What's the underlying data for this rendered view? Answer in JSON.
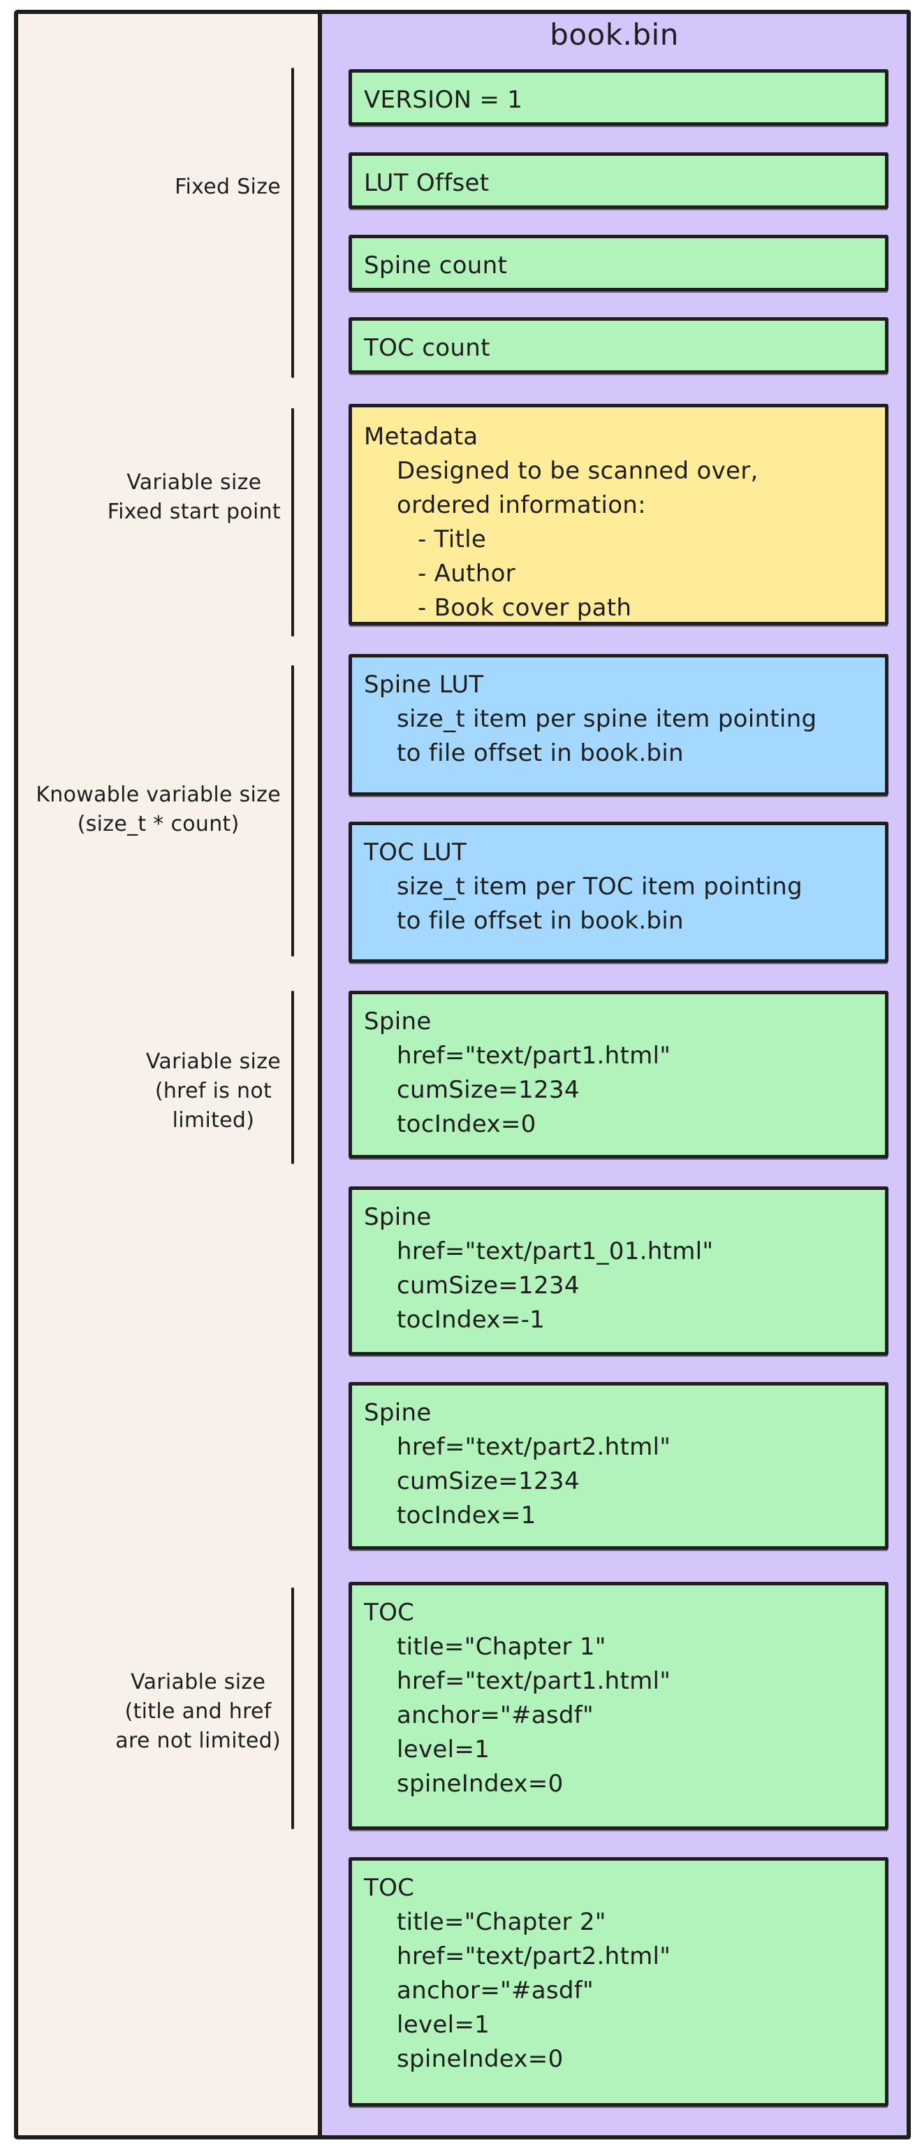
{
  "panel": {
    "title": "book.bin"
  },
  "side_labels": [
    {
      "name": "fixed-size",
      "lines": [
        "Fixed Size"
      ]
    },
    {
      "name": "variable-fixed-start",
      "lines": [
        "Variable size",
        "Fixed start point"
      ]
    },
    {
      "name": "knowable-variable-size",
      "lines": [
        "Knowable variable size",
        "(size_t * count)"
      ]
    },
    {
      "name": "variable-size-href",
      "lines": [
        "Variable size",
        "(href is not",
        "limited)"
      ]
    },
    {
      "name": "variable-size-title",
      "lines": [
        "Variable size",
        "(title and href",
        "are not limited)"
      ]
    }
  ],
  "boxes": [
    {
      "name": "version",
      "color": "green",
      "lines": [
        {
          "t": "VERSION = 1"
        }
      ]
    },
    {
      "name": "lut-offset",
      "color": "green",
      "lines": [
        {
          "t": "LUT Offset"
        }
      ]
    },
    {
      "name": "spine-count",
      "color": "green",
      "lines": [
        {
          "t": "Spine count"
        }
      ]
    },
    {
      "name": "toc-count",
      "color": "green",
      "lines": [
        {
          "t": "TOC count"
        }
      ]
    },
    {
      "name": "metadata",
      "color": "yellow",
      "lines": [
        {
          "t": "Metadata"
        },
        {
          "t": "Designed to be scanned over,"
        },
        {
          "t": "ordered information:"
        },
        {
          "t": "- Title"
        },
        {
          "t": "- Author"
        },
        {
          "t": "- Book cover path"
        }
      ]
    },
    {
      "name": "spine-lut",
      "color": "blue",
      "lines": [
        {
          "t": "Spine LUT"
        },
        {
          "t": "size_t item per spine item pointing"
        },
        {
          "t": "to file offset in book.bin"
        }
      ]
    },
    {
      "name": "toc-lut",
      "color": "blue",
      "lines": [
        {
          "t": "TOC LUT"
        },
        {
          "t": "size_t item per TOC item pointing"
        },
        {
          "t": "to file offset in book.bin"
        }
      ]
    },
    {
      "name": "spine-1",
      "color": "green",
      "lines": [
        {
          "t": "Spine"
        },
        {
          "t": "href=\"text/part1.html\""
        },
        {
          "t": "cumSize=1234"
        },
        {
          "t": "tocIndex=0"
        }
      ]
    },
    {
      "name": "spine-2",
      "color": "green",
      "lines": [
        {
          "t": "Spine"
        },
        {
          "t": "href=\"text/part1_01.html\""
        },
        {
          "t": "cumSize=1234"
        },
        {
          "t": "tocIndex=-1"
        }
      ]
    },
    {
      "name": "spine-3",
      "color": "green",
      "lines": [
        {
          "t": "Spine"
        },
        {
          "t": "href=\"text/part2.html\""
        },
        {
          "t": "cumSize=1234"
        },
        {
          "t": "tocIndex=1"
        }
      ]
    },
    {
      "name": "toc-1",
      "color": "green",
      "lines": [
        {
          "t": "TOC"
        },
        {
          "t": "title=\"Chapter 1\""
        },
        {
          "t": "href=\"text/part1.html\""
        },
        {
          "t": "anchor=\"#asdf\""
        },
        {
          "t": "level=1"
        },
        {
          "t": "spineIndex=0"
        }
      ]
    },
    {
      "name": "toc-2",
      "color": "green",
      "lines": [
        {
          "t": "TOC"
        },
        {
          "t": "title=\"Chapter 2\""
        },
        {
          "t": "href=\"text/part2.html\""
        },
        {
          "t": "anchor=\"#asdf\""
        },
        {
          "t": "level=1"
        },
        {
          "t": "spineIndex=0"
        }
      ]
    }
  ],
  "colors": {
    "background": "#f7f1ea",
    "panel": "#d4c5fa",
    "green": "#b2f2bb",
    "yellow": "#ffec99",
    "blue": "#a5d8ff",
    "stroke": "#1e1e1e"
  }
}
